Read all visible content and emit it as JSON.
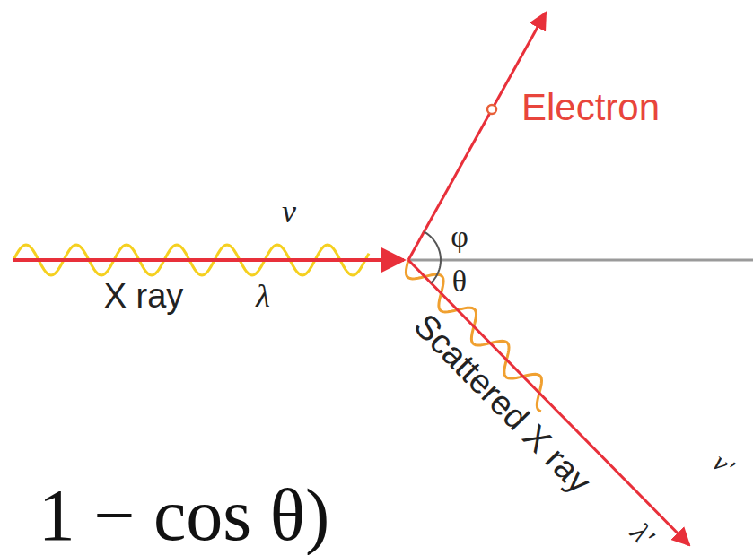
{
  "diagram": {
    "labels": [
      "ν",
      "X ray",
      "λ",
      "Electron",
      "φ",
      "θ",
      "Scattered X ray",
      "λ'",
      "ν'",
      "1 − cos θ)"
    ]
  }
}
